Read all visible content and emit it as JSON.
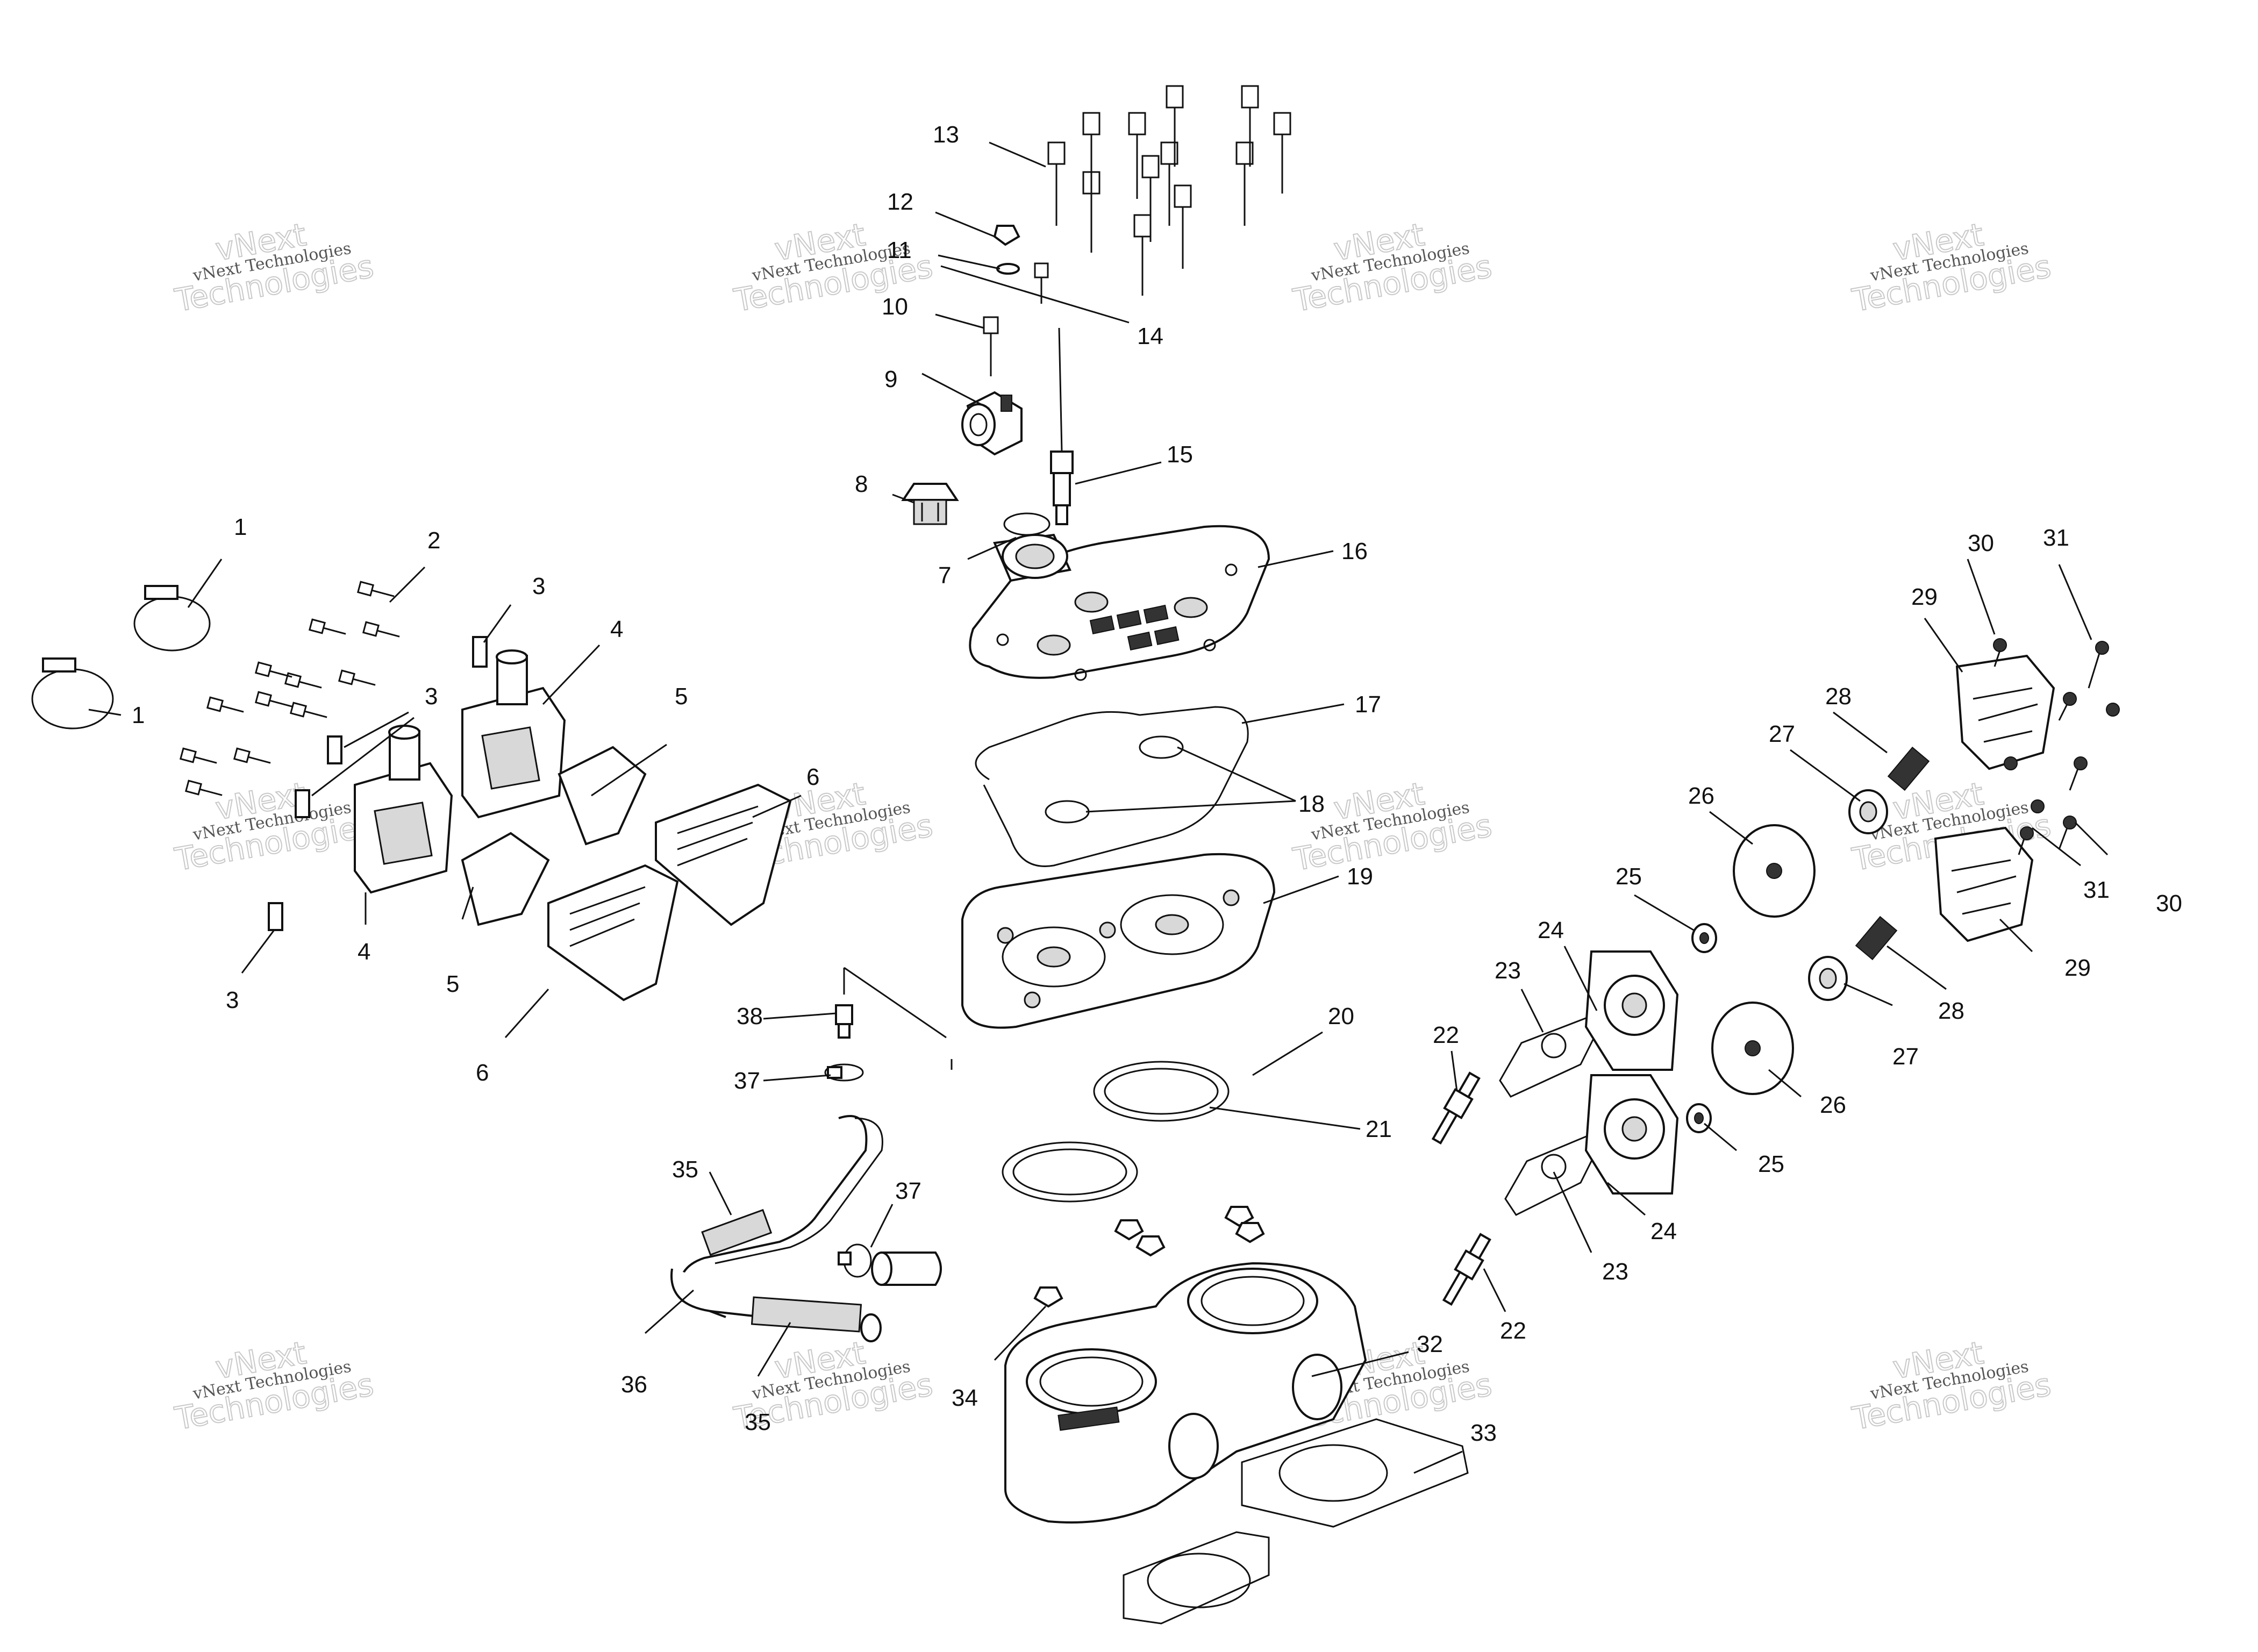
{
  "watermark": {
    "brand": "vNext",
    "company": "Technologies",
    "full": "vNext Technologies"
  },
  "callouts": [
    "1",
    "1",
    "2",
    "3",
    "3",
    "3",
    "4",
    "4",
    "5",
    "5",
    "6",
    "6",
    "7",
    "8",
    "9",
    "10",
    "11",
    "12",
    "13",
    "14",
    "15",
    "16",
    "17",
    "18",
    "19",
    "20",
    "21",
    "22",
    "22",
    "23",
    "23",
    "24",
    "24",
    "25",
    "25",
    "26",
    "26",
    "27",
    "27",
    "28",
    "28",
    "29",
    "29",
    "30",
    "30",
    "31",
    "31",
    "32",
    "33",
    "34",
    "35",
    "35",
    "36",
    "37",
    "37",
    "38"
  ]
}
